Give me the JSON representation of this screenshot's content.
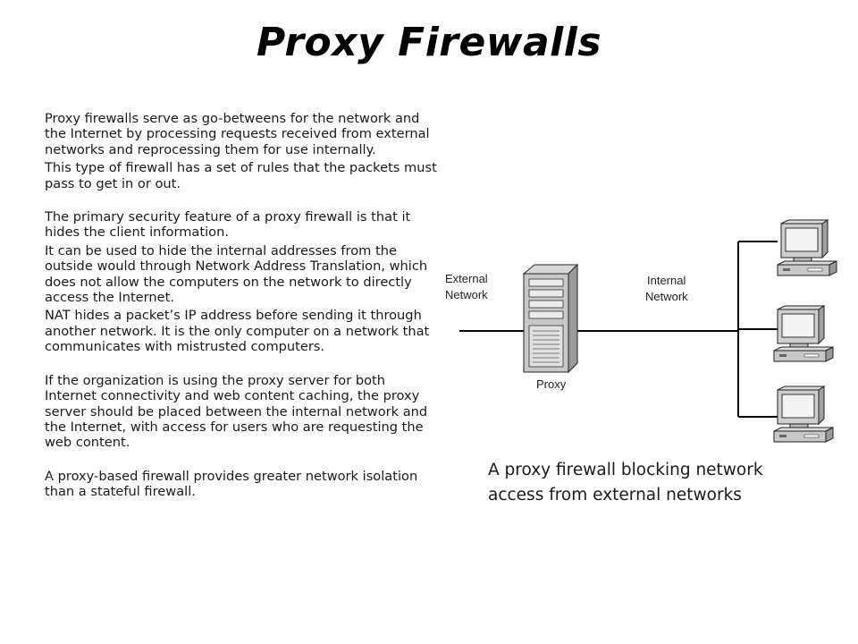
{
  "title": "Proxy Firewalls",
  "paragraphs": [
    "Proxy firewalls serve as go-betweens for the network and the Internet by processing requests received from external networks and reprocessing them for use internally.",
    "This type of firewall has a set of rules that the packets must pass to get in or out.",
    "The primary security feature of a proxy firewall is that it hides the client information.",
    "It can be used to hide the internal addresses from the outside would through Network Address Translation, which does not allow the computers on the network to directly access the Internet.",
    "NAT hides a packet’s IP address before sending it through another network. It is the only computer on a network that communicates with mistrusted computers.",
    "If the organization is using the proxy server for both Internet connectivity and web content caching, the proxy server should be placed between the internal network and the Internet, with access for users who are requesting the web content.",
    "A proxy-based firewall provides greater network isolation than a stateful firewall."
  ],
  "diagram": {
    "external_label": [
      "External",
      "Network"
    ],
    "internal_label": [
      "Internal",
      "Network"
    ],
    "proxy_label": "Proxy"
  },
  "caption": "A proxy firewall blocking network access from external networks"
}
